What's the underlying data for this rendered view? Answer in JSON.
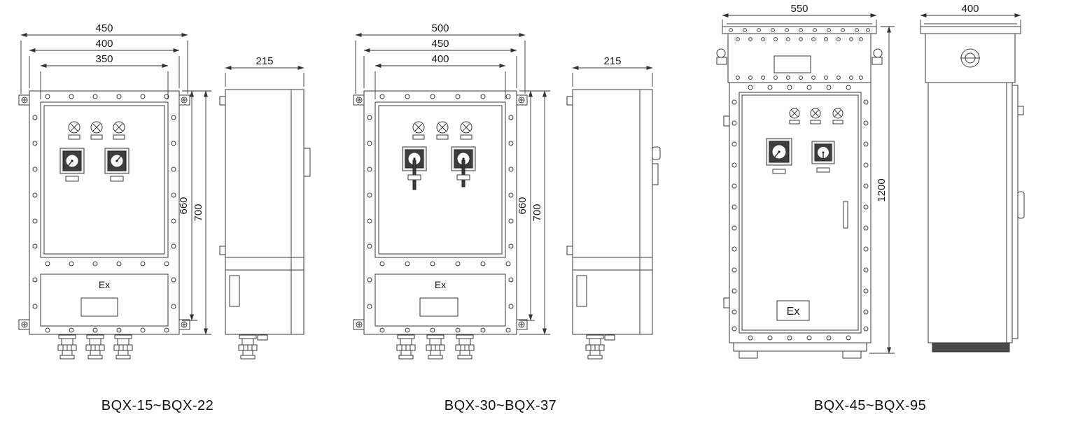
{
  "drawing": {
    "ink_color": "#3a3a3a",
    "background": "#ffffff"
  },
  "figures": [
    {
      "caption": "BQX-15~BQX-22",
      "front": {
        "widths": [
          "450",
          "400",
          "350"
        ],
        "heights": [
          "660",
          "700"
        ],
        "ex_marking": "Ex"
      },
      "side": {
        "width": "215"
      }
    },
    {
      "caption": "BQX-30~BQX-37",
      "front": {
        "widths": [
          "500",
          "450",
          "400"
        ],
        "heights": [
          "660",
          "700"
        ],
        "ex_marking": "Ex"
      },
      "side": {
        "width": "215"
      }
    },
    {
      "caption": "BQX-45~BQX-95",
      "front": {
        "width": "550",
        "height": "1200",
        "ex_marking": "Ex"
      },
      "side": {
        "width": "400"
      }
    }
  ]
}
